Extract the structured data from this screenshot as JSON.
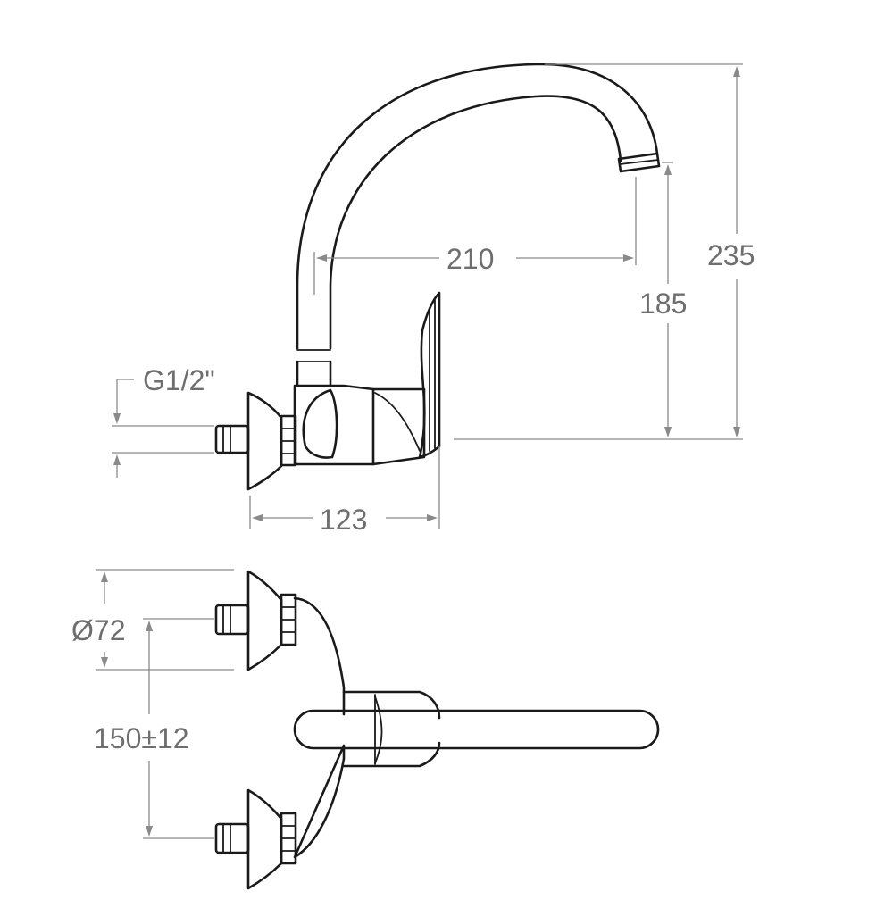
{
  "dimensions": {
    "pipe_thread": "G1/2\"",
    "spout_reach": "210",
    "outlet_height": "185",
    "total_height": "235",
    "body_depth": "123",
    "flange_diameter": "Ø72",
    "center_distance": "150±12"
  }
}
